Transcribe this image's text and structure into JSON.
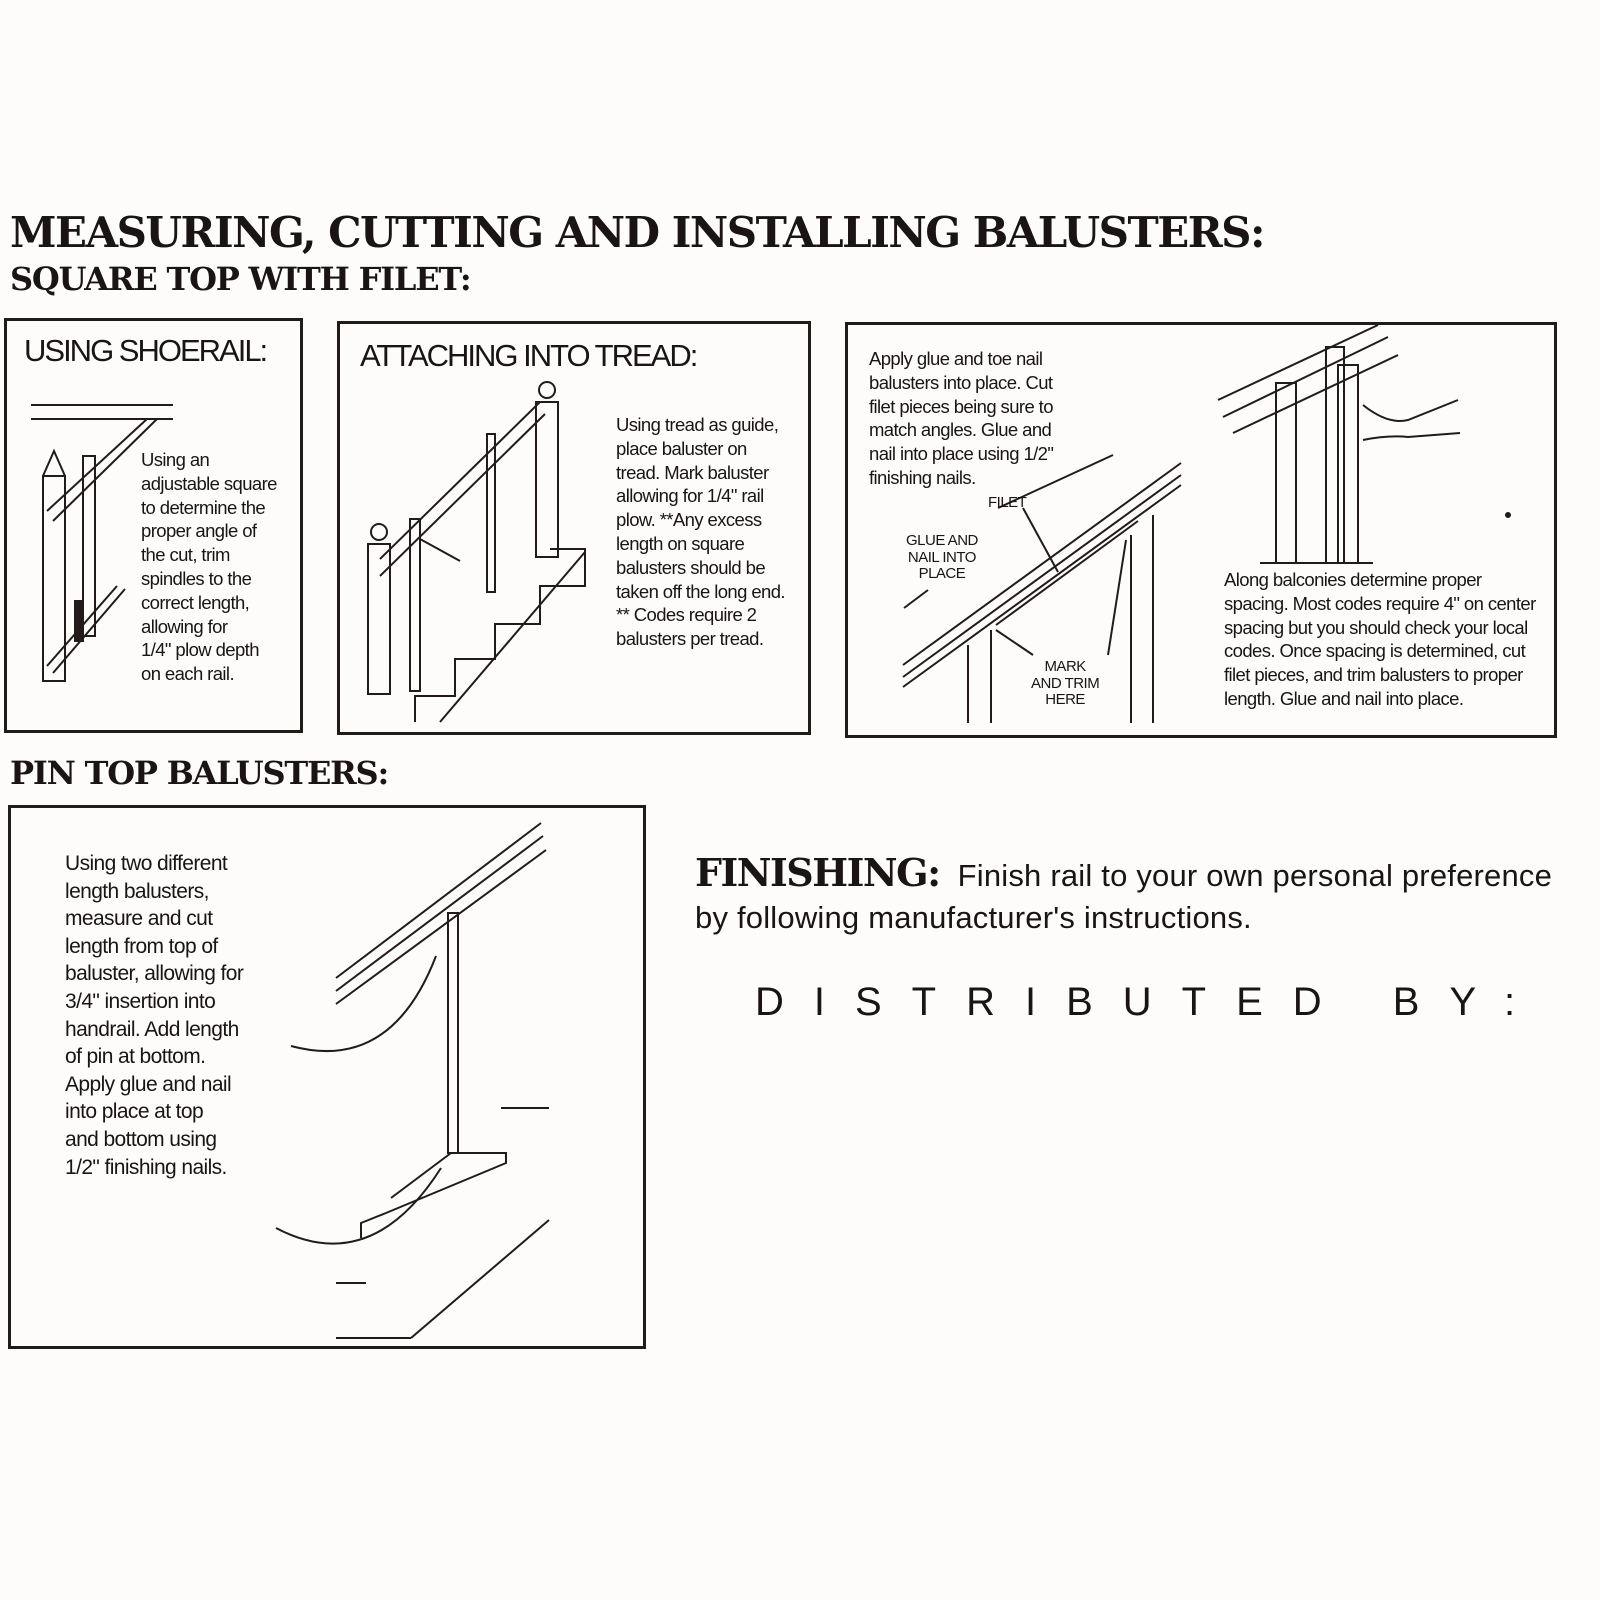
{
  "title": "MEASURING, CUTTING AND INSTALLING BALUSTERS:",
  "subtitle": "SQUARE TOP WITH FILET:",
  "panels": {
    "shoerail": {
      "title": "USING SHOERAIL:",
      "lines": [
        "Using an",
        "adjustable square",
        "to determine the",
        "proper angle of",
        "the cut, trim",
        "spindles to the",
        "correct length,",
        "allowing for",
        "1/4\" plow depth",
        "on each rail."
      ]
    },
    "tread": {
      "title": "ATTACHING INTO TREAD:",
      "lines": [
        "Using tread as guide,",
        "place baluster on",
        "tread. Mark baluster",
        "allowing for 1/4\" rail",
        "plow. **Any excess",
        "length on square",
        "balusters should be",
        "taken off the long end.",
        "** Codes require 2",
        "balusters per tread."
      ]
    },
    "filet": {
      "lines": [
        "Apply glue and toe nail",
        "balusters into place. Cut",
        "filet pieces being sure to",
        "match angles. Glue and",
        "nail into place using 1/2\"",
        "finishing nails."
      ],
      "label_filet": "FILET",
      "label_glue": [
        "GLUE AND",
        "NAIL INTO",
        "PLACE"
      ],
      "label_mark": [
        "MARK",
        "AND TRIM",
        "HERE"
      ],
      "balcony_lines": [
        "Along balconies determine proper",
        "spacing. Most codes require 4\" on center",
        "spacing but you should check your local",
        "codes. Once spacing is determined, cut",
        "filet pieces, and trim balusters to proper",
        "length. Glue and nail into place."
      ]
    }
  },
  "pin_top": {
    "heading": "PIN TOP BALUSTERS:",
    "lines": [
      "Using two different",
      "length balusters,",
      "measure and cut",
      "length from top of",
      "baluster, allowing for",
      "3/4\" insertion into",
      "handrail. Add length",
      "of pin at bottom.",
      "Apply glue and nail",
      "into place at top",
      "and bottom using",
      "1/2\" finishing nails."
    ]
  },
  "finishing": {
    "heading": "FINISHING:",
    "line1": "Finish rail to your own personal preference",
    "line2": "by following manufacturer's instructions."
  },
  "distributed_by": "DISTRIBUTED BY:"
}
